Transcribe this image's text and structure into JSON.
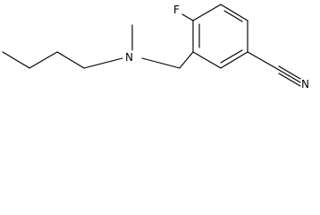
{
  "molecule": {
    "atoms": {
      "fluorine": "F",
      "nitrogen_amine": "N",
      "nitrogen_nitrile": "N"
    }
  }
}
